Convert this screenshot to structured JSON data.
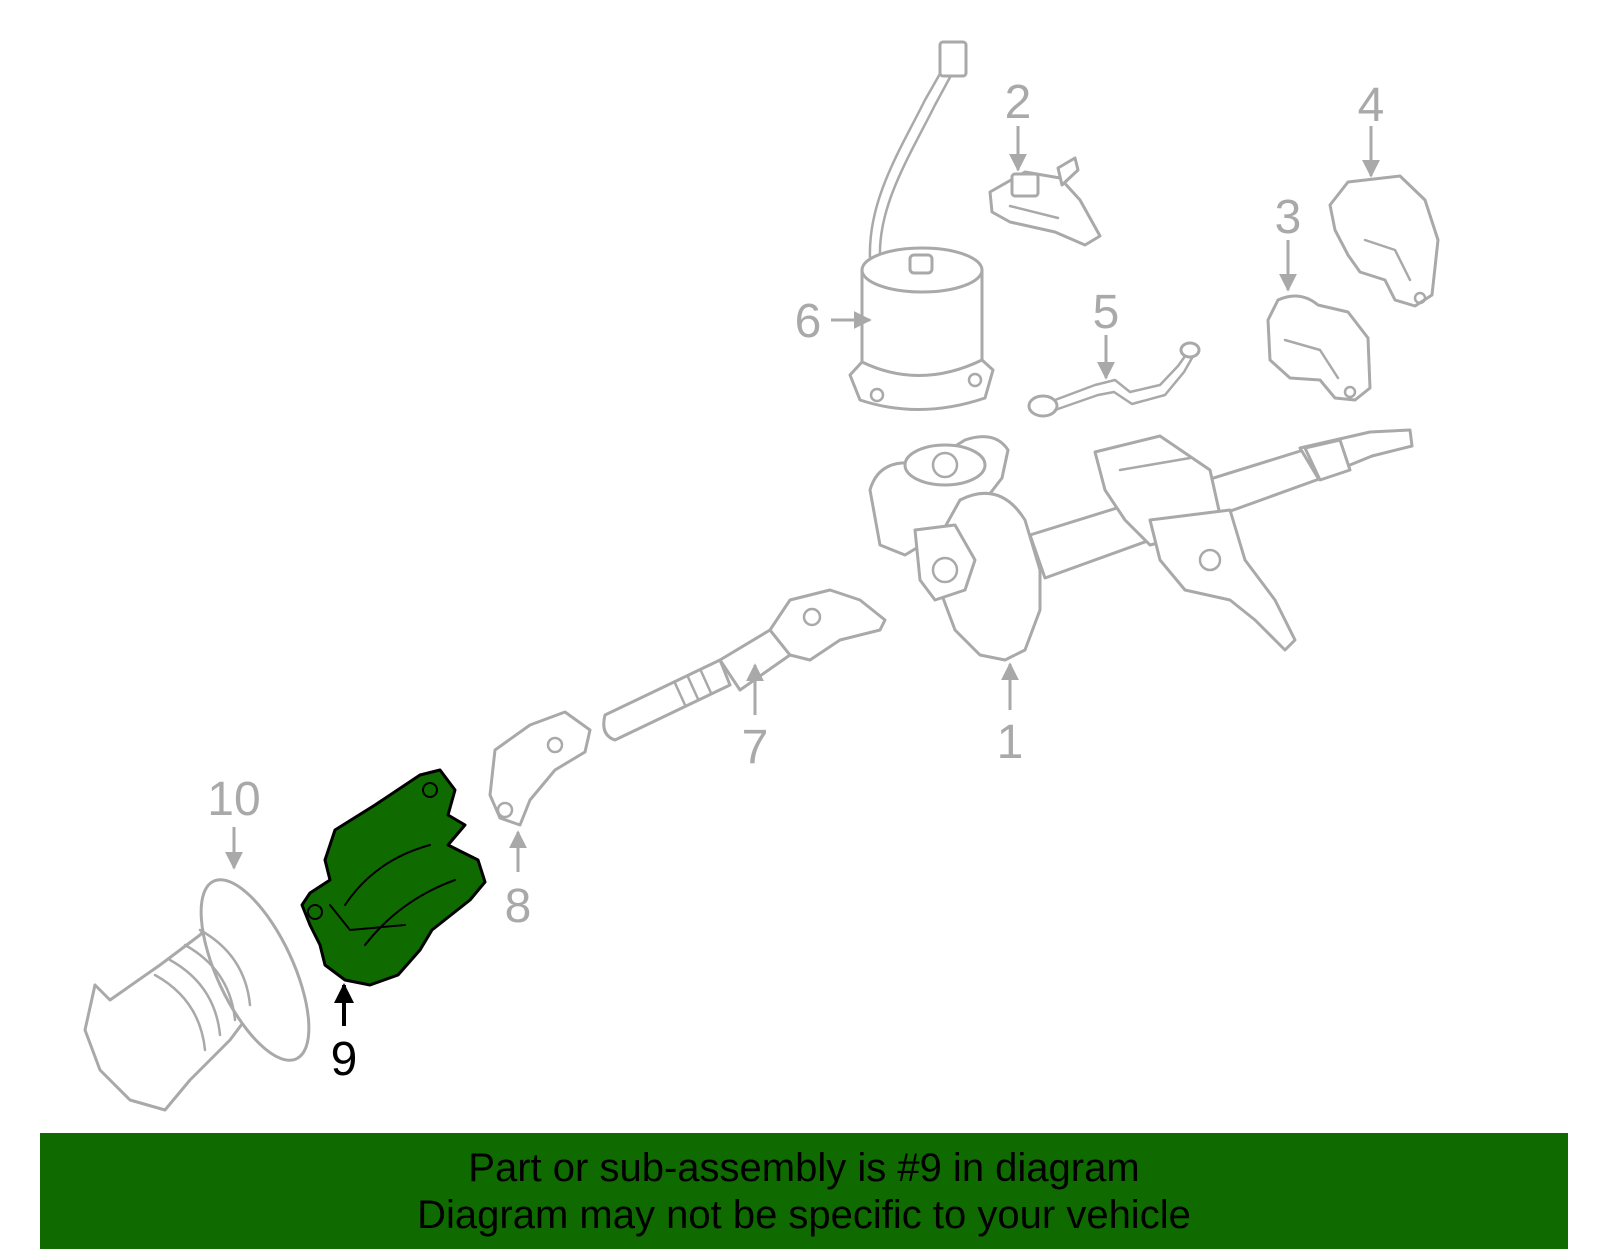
{
  "diagram": {
    "highlight_color": "#0f6b00",
    "part_stroke_color": "#a9a9a9",
    "callouts": {
      "c1": "1",
      "c2": "2",
      "c3": "3",
      "c4": "4",
      "c5": "5",
      "c6": "6",
      "c7": "7",
      "c8": "8",
      "c9": "9",
      "c10": "10"
    },
    "highlighted_part": "9"
  },
  "caption": {
    "line1": "Part or sub-assembly is #9 in diagram",
    "line2": "Diagram may not be specific to your vehicle"
  }
}
